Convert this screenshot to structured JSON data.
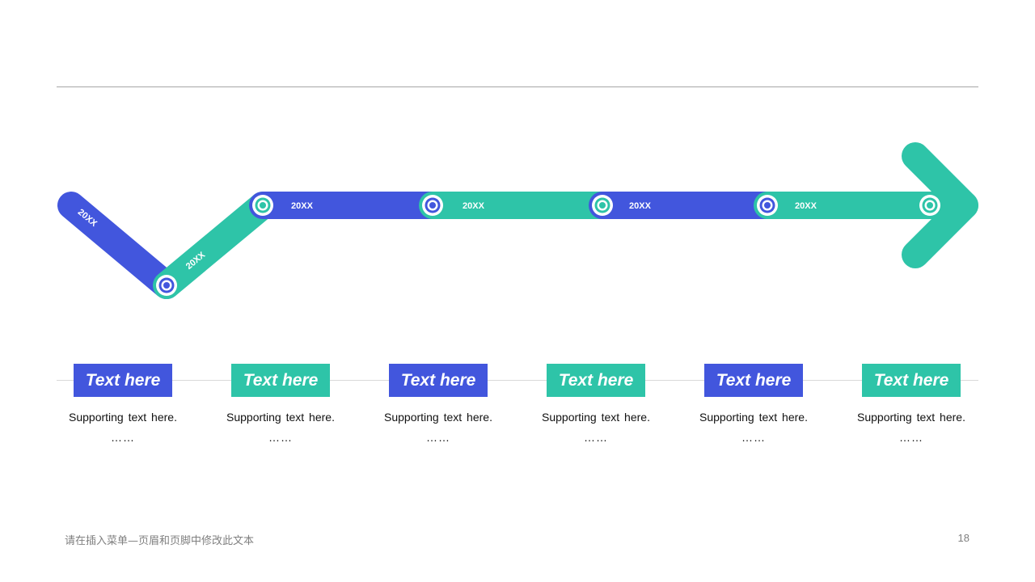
{
  "colors": {
    "blue": "#4256dd",
    "teal": "#2ec4a8",
    "rule": "#a6a6a6"
  },
  "timeline": {
    "segment_labels": [
      "20XX",
      "20XX",
      "20XX",
      "20XX",
      "20XX",
      "20XX"
    ],
    "node_icon": "target-icon",
    "end_icon": "arrow-head-icon"
  },
  "cards": [
    {
      "title": "Text here",
      "support": "Supporting text here.",
      "dots": "……"
    },
    {
      "title": "Text here",
      "support": "Supporting text here.",
      "dots": "……"
    },
    {
      "title": "Text here",
      "support": "Supporting text here.",
      "dots": "……"
    },
    {
      "title": "Text here",
      "support": "Supporting text here.",
      "dots": "……"
    },
    {
      "title": "Text here",
      "support": "Supporting text here.",
      "dots": "……"
    },
    {
      "title": "Text here",
      "support": "Supporting text here.",
      "dots": "……"
    }
  ],
  "footer": {
    "text": "请在插入菜单—页眉和页脚中修改此文本",
    "page_number": "18"
  }
}
